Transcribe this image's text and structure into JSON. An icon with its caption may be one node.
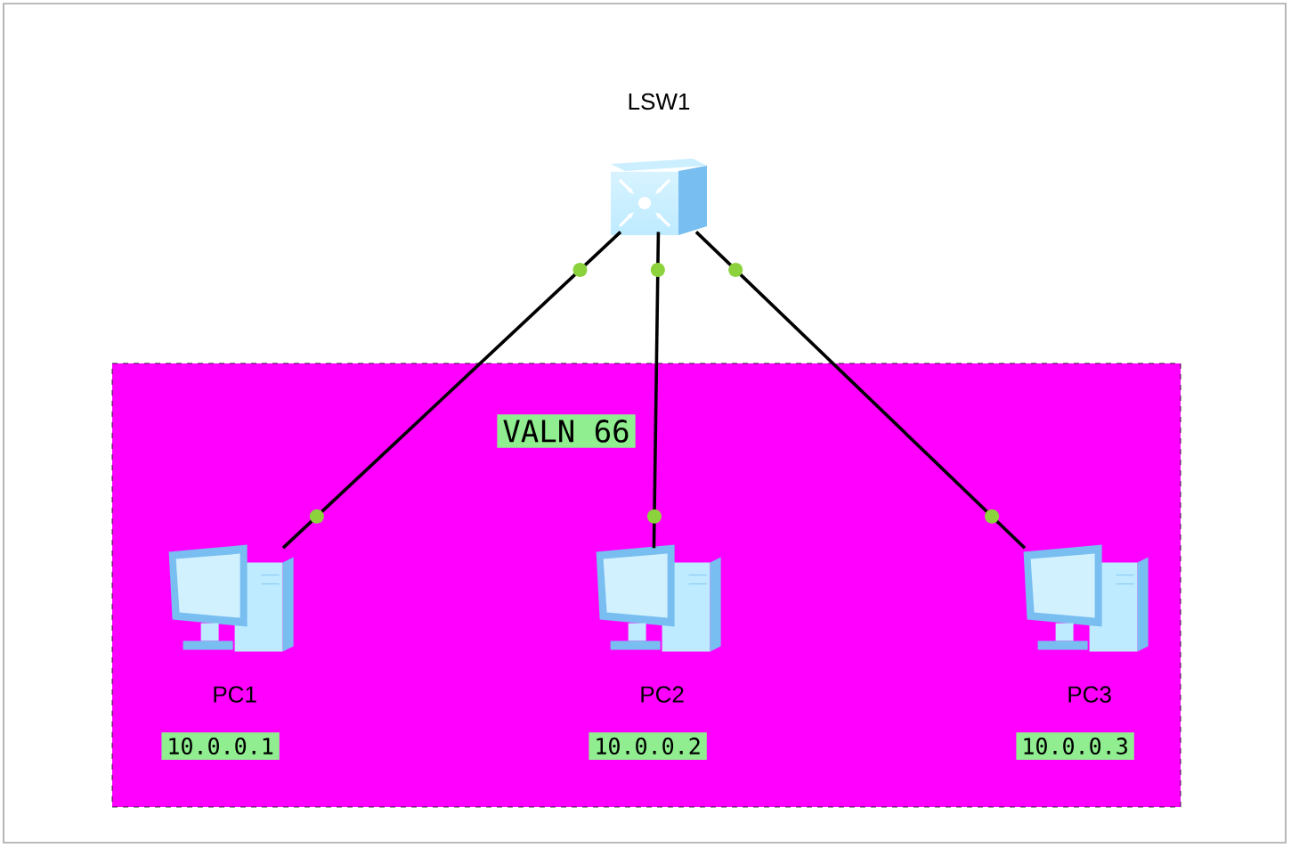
{
  "diagram": {
    "nodes": [
      {
        "text": [
          "VALN 66"
        ]
      },
      {
        "text": [
          "LSW1"
        ]
      },
      {
        "text": [
          "PC1",
          "10.0.0.1"
        ],
        "in": 0
      },
      {
        "text": [
          "PC2",
          "10.0.0.2"
        ],
        "in": 0
      },
      {
        "text": [
          "PC3",
          "10.0.0.3"
        ],
        "in": 0
      }
    ],
    "edges": [
      {
        "from": 1,
        "to": 2,
        "arrow": "none"
      },
      {
        "from": 1,
        "to": 3,
        "arrow": "none"
      },
      {
        "from": 1,
        "to": 4,
        "arrow": "none"
      }
    ]
  }
}
